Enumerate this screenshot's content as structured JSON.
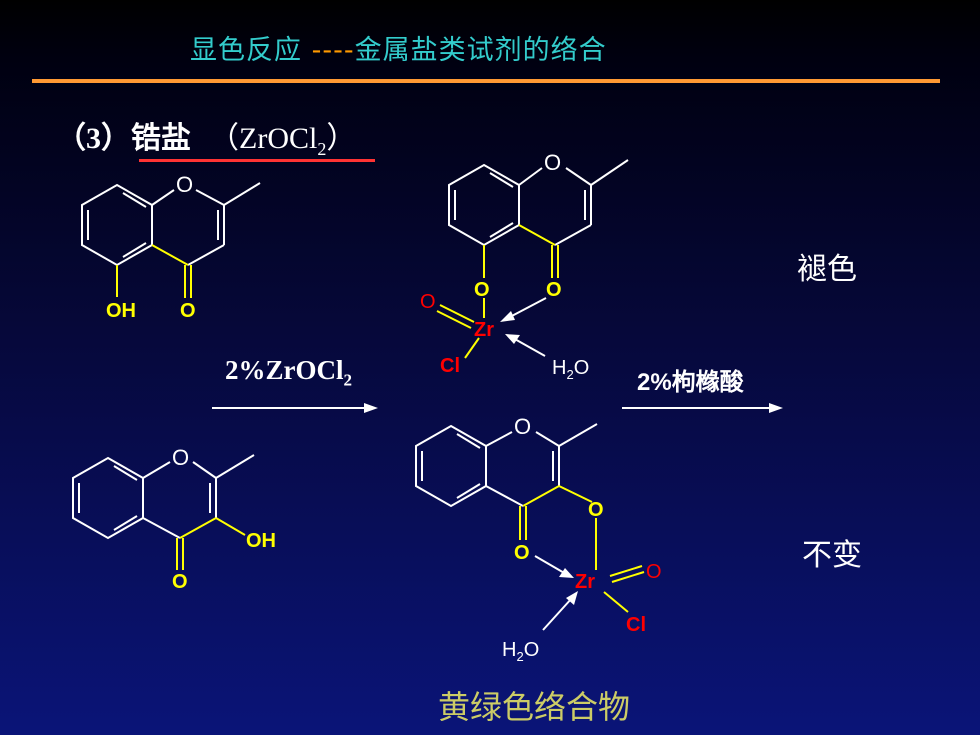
{
  "title": {
    "part1": "显色反应 ",
    "dashes": "----",
    "part2": "金属盐类试剂的络合"
  },
  "subtitle": {
    "label": "（3）锆盐",
    "formula_pre": "（ZrOCl",
    "formula_sub": "2",
    "formula_post": "）"
  },
  "reagents": {
    "first": "2%ZrOCl",
    "first_sub": "2",
    "second": "2%枸橼酸"
  },
  "results": {
    "top": "褪色",
    "bottom": "不变"
  },
  "complex_label": "黄绿色络合物",
  "atoms": {
    "O": "O",
    "OH": "OH",
    "Zr": "Zr",
    "Cl": "Cl",
    "H": "H",
    "sub2": "2"
  },
  "colors": {
    "title": "#33cccc",
    "rule": "#ff9933",
    "underline": "#ff3333",
    "bond": "#ffffff",
    "chelate": "#ffff00",
    "zr": "#ff0000",
    "complex_text": "#cccc66"
  }
}
